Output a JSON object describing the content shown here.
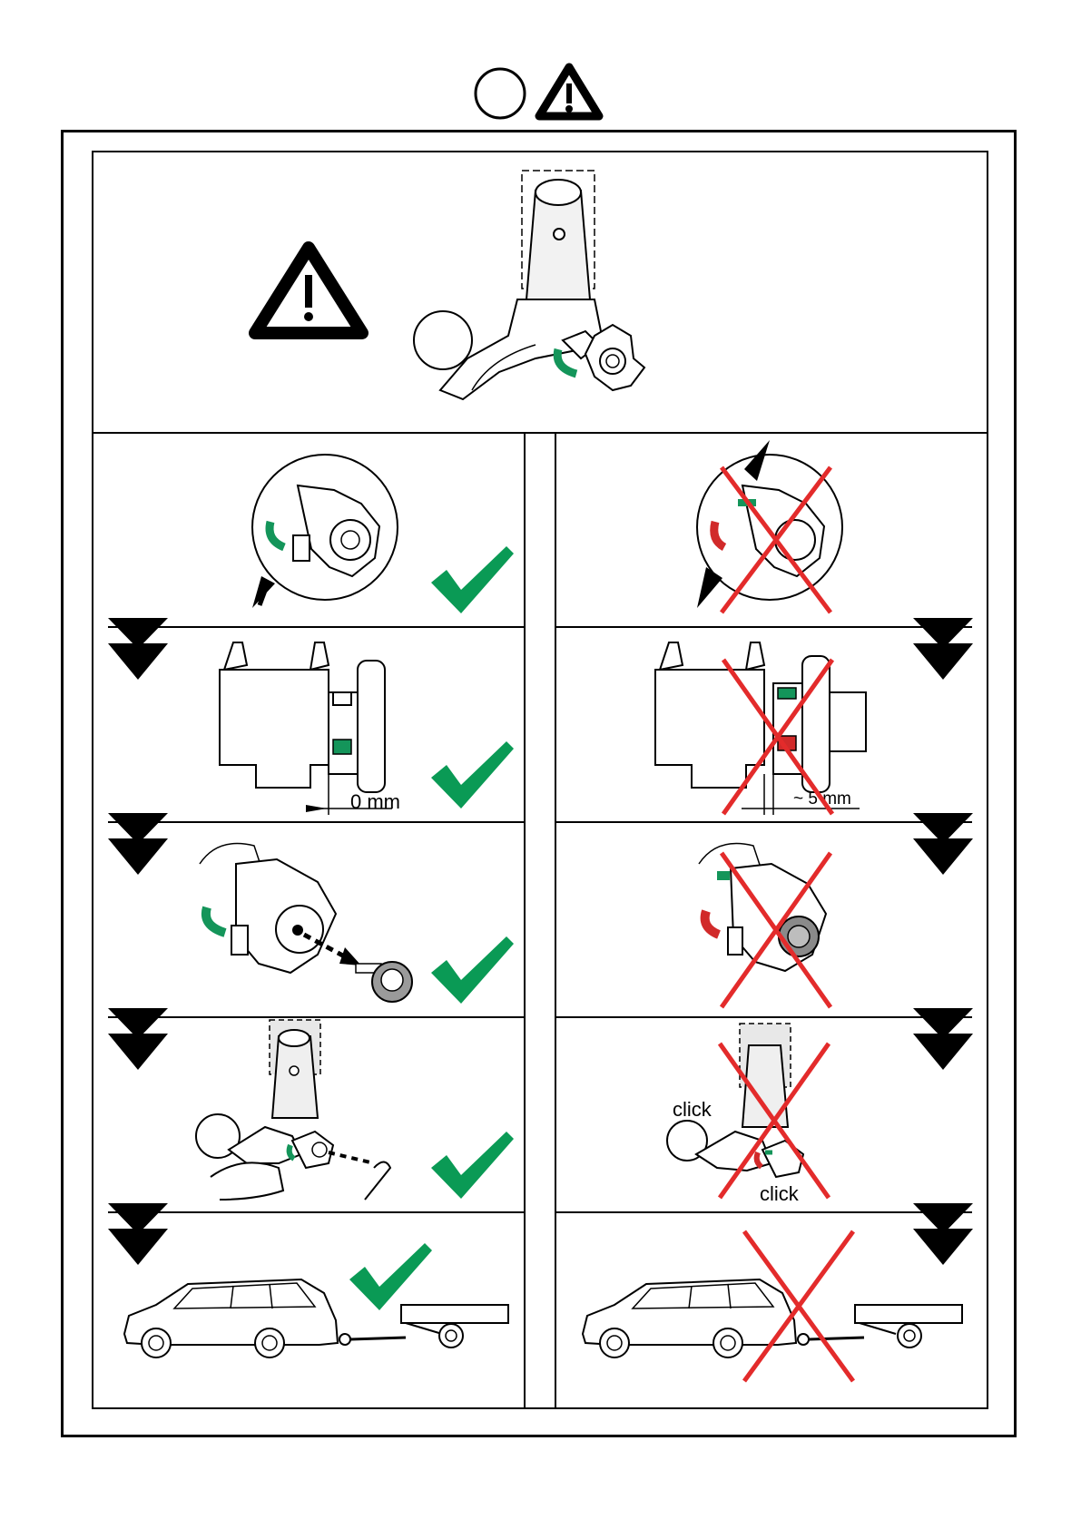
{
  "labels": {
    "row2_ok_gap": "0 mm",
    "row2_bad_gap": "~ 5 mm",
    "row4_bad_click_top": "click",
    "row4_bad_click_bottom": "click"
  },
  "colors": {
    "ok_check": "#0a9a55",
    "bad_cross": "#e32b2b",
    "indicator_green": "#14955a",
    "indicator_red": "#d12a2a",
    "line": "#000000"
  },
  "icons": {
    "header": [
      "circle-icon",
      "warning-triangle-icon"
    ],
    "status_ok": "check-mark-icon",
    "status_bad": "cross-mark-icon",
    "step": "double-arrow-down-icon"
  }
}
